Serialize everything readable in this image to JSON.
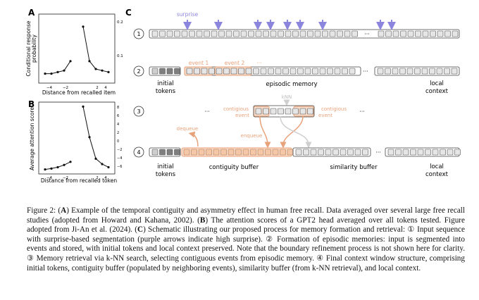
{
  "panels": {
    "a": {
      "letter": "A",
      "ylabel_line1": "Conditional response",
      "ylabel_line2": "probability",
      "xlabel": "Distance from recalled item",
      "xticks": [
        "−4",
        "−2",
        "2",
        "4"
      ],
      "yticks_right": [
        "0.2",
        "0.1"
      ]
    },
    "b": {
      "letter": "B",
      "ylabel": "Average attention score",
      "xlabel": "Distance from recalled token",
      "xticks": [
        "−4",
        "−2",
        "2",
        "4"
      ],
      "yticks_right": [
        "8",
        "6",
        "4",
        "2",
        "0",
        "−2",
        "−4",
        "−6"
      ]
    },
    "c": {
      "letter": "C",
      "row_numbers": [
        "1",
        "2",
        "3",
        "4"
      ],
      "surprise_label": "surprise",
      "event1": "event 1",
      "event2": "event 2",
      "event_more": "···",
      "ellipsis": "···",
      "initial_tokens": [
        "initial",
        "tokens"
      ],
      "episodic_memory": "episodic memory",
      "local_context": [
        "local",
        "context"
      ],
      "knn": "kNN",
      "contiguous_event": [
        "contigious",
        "event"
      ],
      "dequeue": "dequeue",
      "enqueue": "enqueue",
      "contiguity_buffer": "contiguity buffer",
      "similarity_buffer": "similarity buffer"
    }
  },
  "colors": {
    "surprise_arrow": "#8b85de",
    "event_orange": "#e8a27a",
    "event_fill": "#f8dcc8",
    "gray_token": "#7f7f7f",
    "light_token": "#e6e6e6"
  },
  "caption": {
    "label": "Figure 2: (",
    "a_letter": "A",
    "a_text": ") Example of the temporal contiguity and asymmetry effect in human free recall. Data averaged over several large free recall studies (adopted from Howard and Kahana, 2002). (",
    "b_letter": "B",
    "b_text": ") The attention scores of a GPT2 head averaged over all tokens tested. Figure adopted from Ji-An et al. (2024). (",
    "c_letter": "C",
    "c_text": ") Schematic illustrating our proposed process for memory formation and retrieval: ① Input sequence with surprise-based segmentation (purple arrows indicate high surprise). ② Formation of episodic memories: input is segmented into events and stored, with initial tokens and local context preserved. Note that the boundary refinement process is not shown here for clarity. ③ Memory retrieval via k-NN search, selecting contiguous events from episodic memory. ④ Final context window structure, comprising initial tokens, contiguity buffer (populated by neighboring events), similarity buffer (from k-NN retrieval), and local context."
  },
  "chart_data": [
    {
      "type": "line",
      "title": "",
      "xlabel": "Distance from recalled item",
      "ylabel": "Conditional response probability",
      "x": [
        -5,
        -4,
        -3,
        -2,
        -1,
        1,
        2,
        3,
        4,
        5
      ],
      "series": [
        {
          "values": [
            0.03,
            0.03,
            0.035,
            0.04,
            0.07,
            0.18,
            0.07,
            0.045,
            0.04,
            0.035
          ]
        }
      ],
      "ylim": [
        0,
        0.22
      ]
    },
    {
      "type": "line",
      "title": "",
      "xlabel": "Distance from recalled token",
      "ylabel": "Average attention score",
      "x": [
        -5,
        -4,
        -3,
        -2,
        -1,
        1,
        2,
        3,
        4,
        5
      ],
      "series": [
        {
          "values": [
            -6.0,
            -5.8,
            -5.5,
            -5.0,
            -4.3,
            8.0,
            1.2,
            -3.6,
            -4.8,
            -5.5
          ]
        }
      ],
      "ylim": [
        -7,
        9
      ]
    }
  ]
}
